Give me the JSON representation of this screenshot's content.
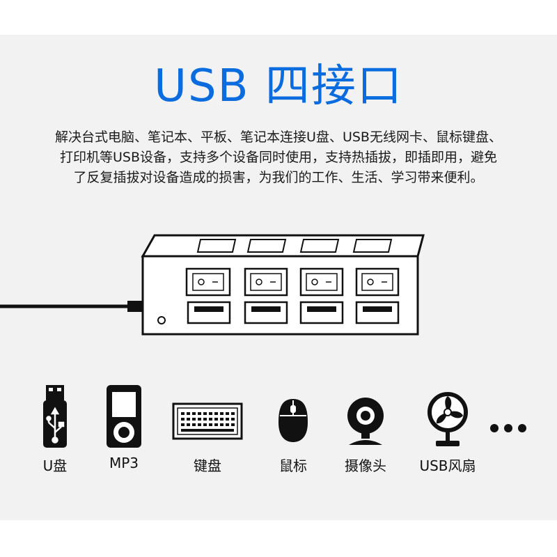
{
  "header": {
    "title": "USB 四接口"
  },
  "description": {
    "lines": [
      "解决台式电脑、笔记本、平板、笔记本连接U盘、USB无线网卡、鼠标键盘、",
      "打印机等USB设备，支持多个设备同时使用，支持热插拔，即插即用，避免",
      "了反复插拔对设备造成的损害，为我们的工作、生活、学习带来便利。"
    ]
  },
  "hub": {
    "port_count": 4,
    "icon": "usb-hub-icon"
  },
  "devices": [
    {
      "label": "U盘",
      "icon": "usb-drive-icon"
    },
    {
      "label": "MP3",
      "icon": "mp3-player-icon"
    },
    {
      "label": "键盘",
      "icon": "keyboard-icon"
    },
    {
      "label": "鼠标",
      "icon": "mouse-icon"
    },
    {
      "label": "摄像头",
      "icon": "webcam-icon"
    },
    {
      "label": "USB风扇",
      "icon": "fan-icon"
    }
  ],
  "more_icon": "ellipsis-icon",
  "colors": {
    "title": "#0a6cdf",
    "background": "#f2f2f2",
    "icon": "#111111"
  }
}
